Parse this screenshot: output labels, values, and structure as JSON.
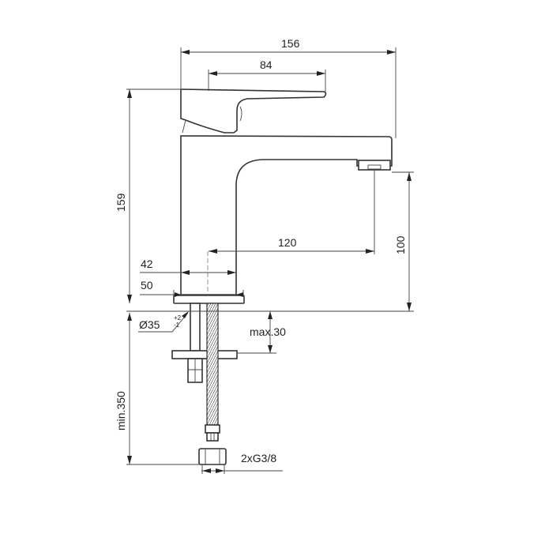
{
  "drawing": {
    "subject": "Basin mixer faucet technical dimension drawing",
    "colors": {
      "line": "#333333",
      "background": "#ffffff",
      "text": "#222222"
    },
    "dimensions": {
      "overall_width": "156",
      "lever_length": "84",
      "overall_height": "159",
      "spout_reach": "120",
      "spout_clearance": "100",
      "body_width": "42",
      "base_width": "50",
      "hole_diameter": "Ø35",
      "hole_tolerance_upper": "+2",
      "hole_tolerance_lower": "-1",
      "max_deck_thickness": "max.30",
      "min_hose_length": "min.350",
      "connection": "2xG3/8"
    }
  }
}
